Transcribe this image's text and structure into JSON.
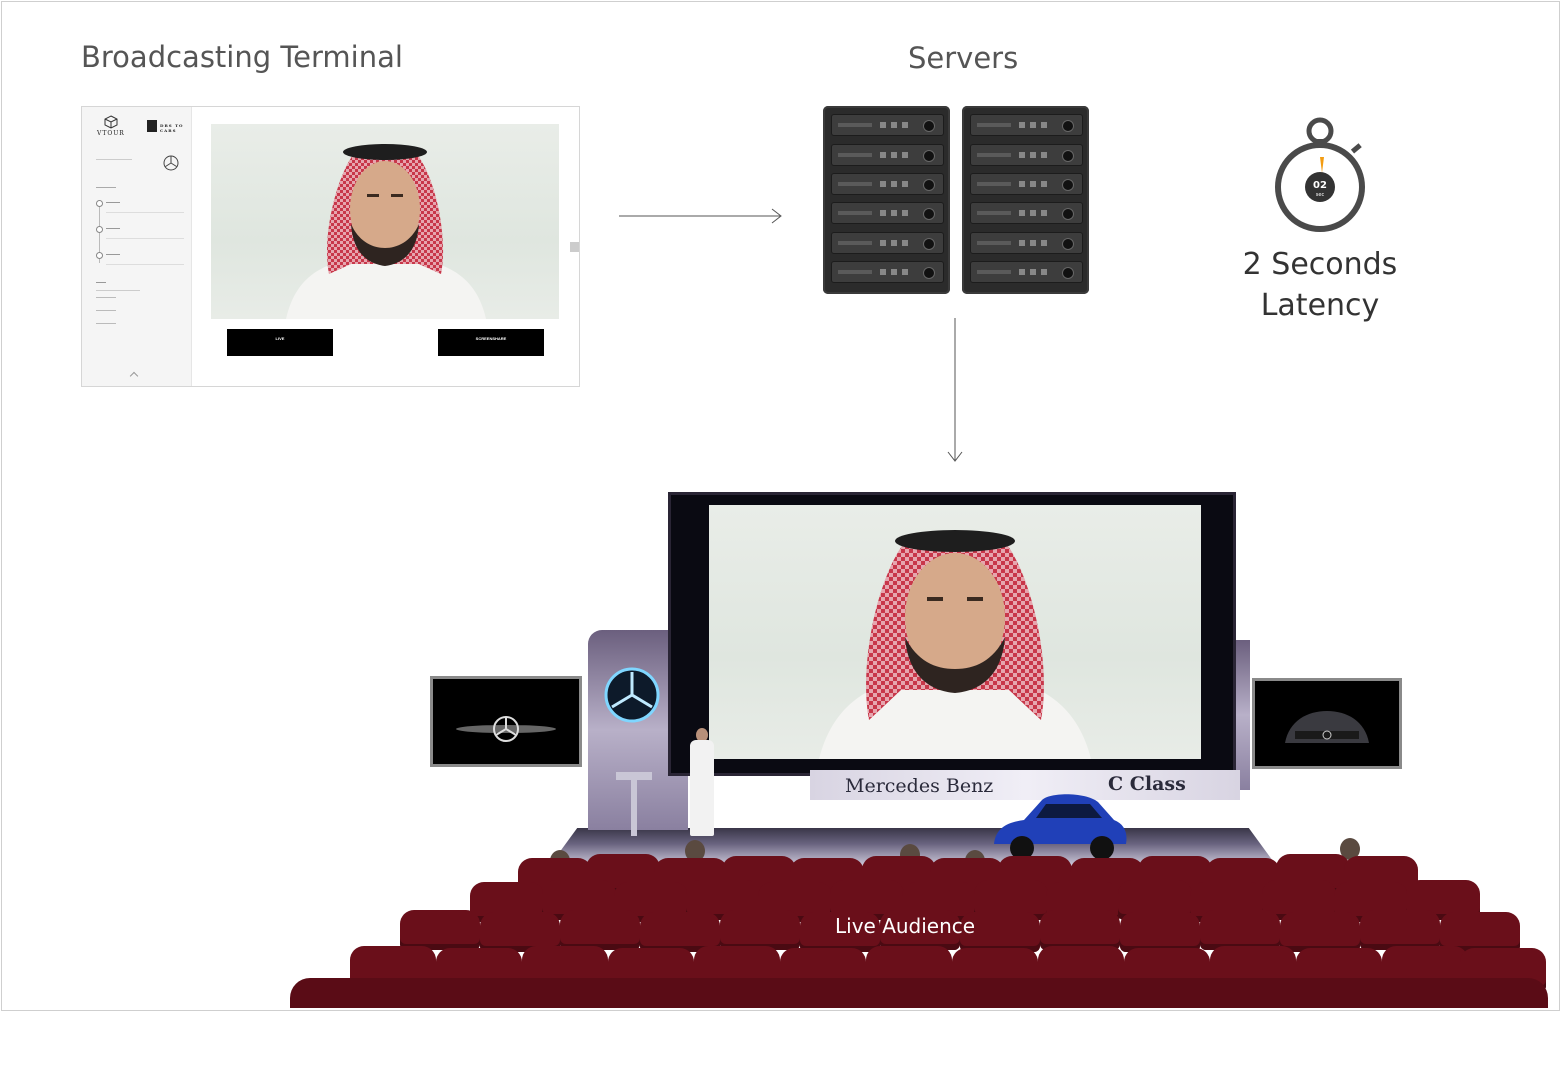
{
  "diagram": {
    "broadcast_title": "Broadcasting Terminal",
    "servers_title": "Servers",
    "latency_text": "2 Seconds Latency",
    "latency_line1": "2 Seconds",
    "latency_line2": "Latency",
    "stopwatch_value": "02",
    "stopwatch_unit": "sec",
    "audience_label": "Live Audience"
  },
  "terminal": {
    "brand": "VTOUR",
    "partner": "DRS TO CARS",
    "buttons": [
      "LIVE",
      "SCREENSHARE"
    ]
  },
  "stage": {
    "banner_left": "Mercedes Benz",
    "banner_right": "C Class"
  },
  "icons": {
    "stopwatch": "stopwatch-icon",
    "mercedes": "mercedes-star-icon",
    "server": "server-rack-icon"
  },
  "colors": {
    "stopwatch_ring": "#4a4a4a",
    "stopwatch_accent": "#f39c12",
    "seat": "#6a0f1a",
    "screen_glow": "#7fd6ff"
  }
}
